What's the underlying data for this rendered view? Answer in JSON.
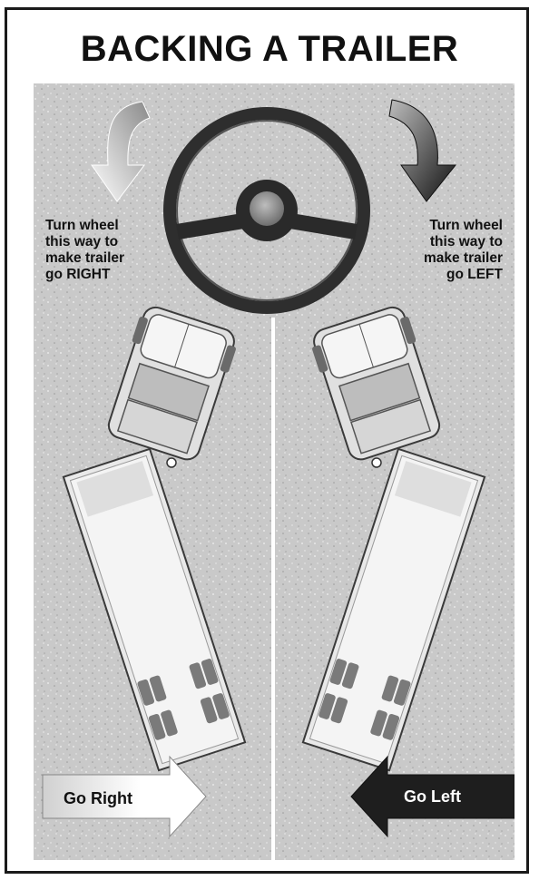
{
  "title": "BACKING A TRAILER",
  "captions": {
    "left": [
      "Turn wheel",
      "this way to",
      "make trailer",
      "go RIGHT"
    ],
    "right": [
      "Turn wheel",
      "this way to",
      "make trailer",
      "go LEFT"
    ]
  },
  "arrows": {
    "go_right": "Go Right",
    "go_left": "Go Left"
  },
  "colors": {
    "road": "#c9c9c9",
    "wheel": "#3a3a3a",
    "border": "#1a1a1a"
  },
  "icons": [
    "steering-wheel-icon",
    "curved-arrow-white-icon",
    "curved-arrow-black-icon",
    "truck-trailer-icon"
  ]
}
